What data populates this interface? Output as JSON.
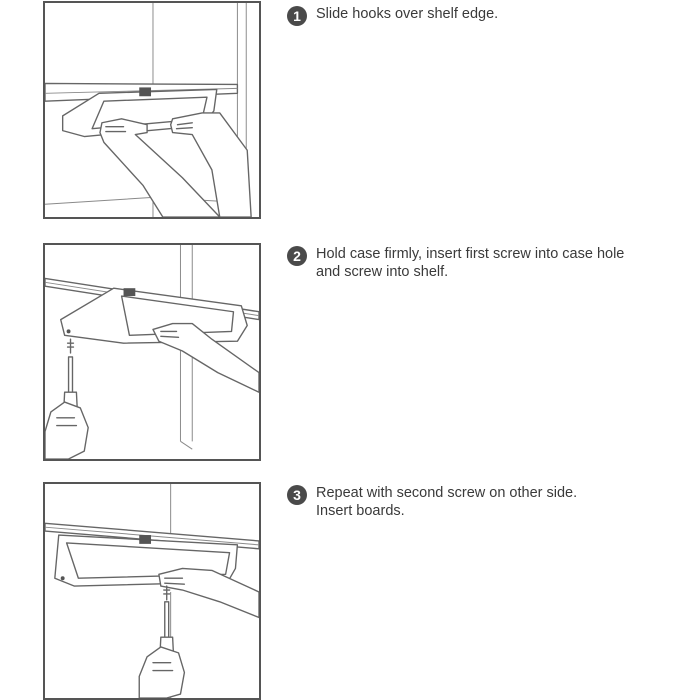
{
  "steps": [
    {
      "number": "1",
      "lines": [
        "Slide hooks over shelf edge."
      ]
    },
    {
      "number": "2",
      "lines": [
        "Hold case firmly, insert first screw into case hole",
        "and screw into shelf."
      ]
    },
    {
      "number": "3",
      "lines": [
        "Repeat with second screw on other side.",
        "Insert boards."
      ]
    }
  ]
}
